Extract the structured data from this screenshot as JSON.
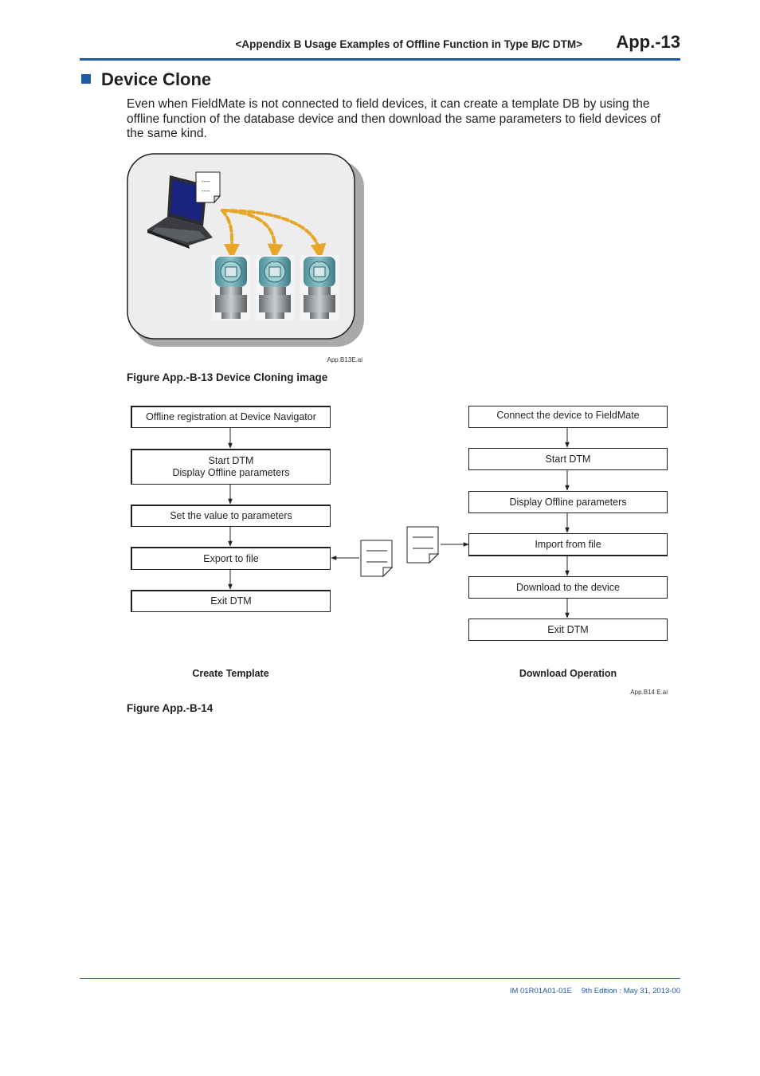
{
  "header": {
    "chapter_title": "<Appendix B  Usage Examples of Offline Function in Type B/C DTM>",
    "page_number": "App.-13"
  },
  "section": {
    "title": "Device Clone",
    "body": "Even when FieldMate is not connected to field devices, it can create a template DB by using the offline function of the database device and then download the same parameters to field devices of the same kind."
  },
  "figure1": {
    "file_tag": "App.B13E.ai",
    "caption": "Figure App.-B-13  Device Cloning image",
    "note_lines": [
      "----",
      "----"
    ]
  },
  "figure2": {
    "left_steps": [
      "Offline registration at Device Navigator",
      "Start DTM",
      "Display Offline parameters",
      "Set the value to parameters",
      "Export to file",
      "Exit DTM"
    ],
    "right_steps": [
      "Connect the device to FieldMate",
      "Start DTM",
      "Display Offline parameters",
      "Import from file",
      "Download to the device",
      "Exit DTM"
    ],
    "left_label": "Create Template",
    "right_label": "Download Operation",
    "file_tag": "App.B14 E.ai",
    "caption": "Figure App.-B-14"
  },
  "footer": {
    "doc_id": "IM 01R01A01-01E",
    "edition": "9th Edition : May 31, 2013-00"
  },
  "colors": {
    "accent": "#1f5aa8",
    "arrow_orange": "#e8a628"
  }
}
